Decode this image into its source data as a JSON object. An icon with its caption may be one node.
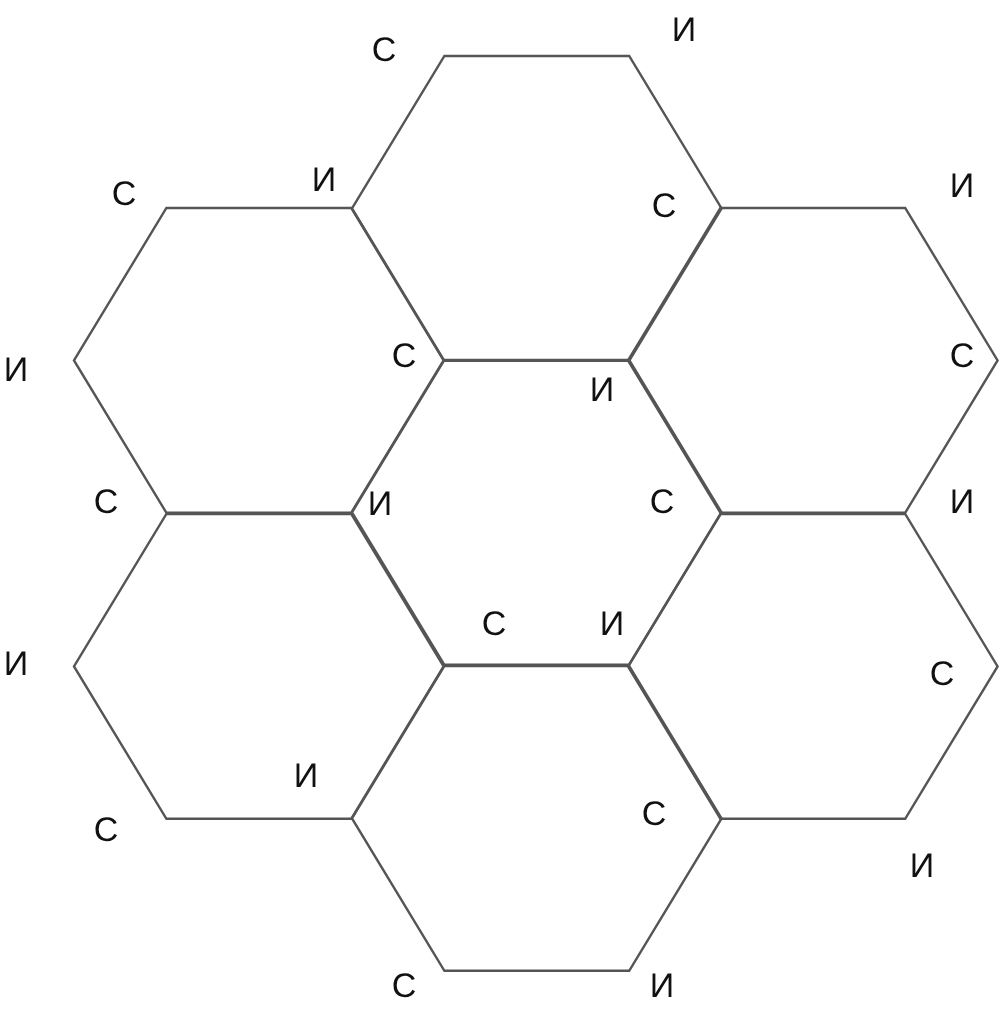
{
  "diagram": {
    "nodes": [
      {
        "text": [],
        "shape": "hexagon"
      },
      {
        "text": [],
        "shape": "hexagon"
      },
      {
        "text": [],
        "shape": "hexagon"
      },
      {
        "text": [],
        "shape": "hexagon"
      },
      {
        "text": [],
        "shape": "hexagon"
      },
      {
        "text": [],
        "shape": "hexagon"
      },
      {
        "text": [],
        "shape": "hexagon"
      }
    ],
    "labels": [
      "С",
      "И",
      "С",
      "И",
      "С",
      "И",
      "И",
      "С",
      "И",
      "С",
      "С",
      "И",
      "С",
      "И",
      "И",
      "С",
      "И",
      "С",
      "С",
      "И",
      "С",
      "И",
      "С",
      "И"
    ]
  }
}
